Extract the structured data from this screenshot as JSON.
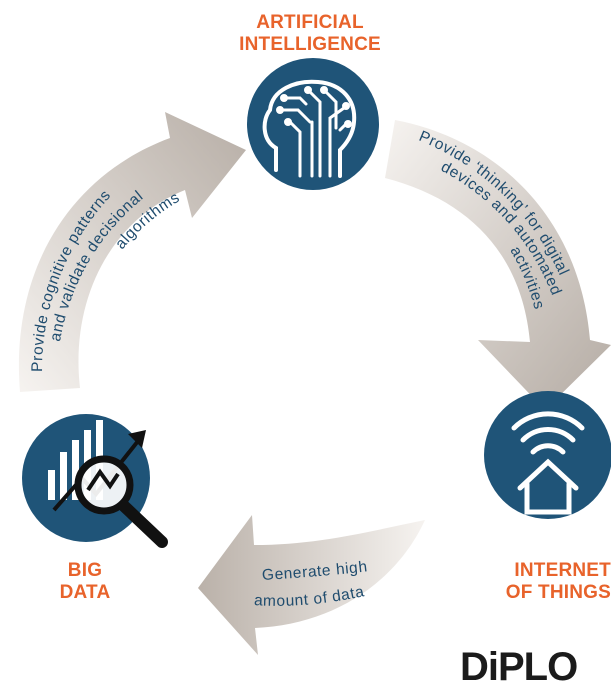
{
  "nodes": {
    "ai": {
      "title_line1": "ARTIFICIAL",
      "title_line2": "INTELLIGENCE",
      "icon": "brain-circuit-head-icon"
    },
    "big_data": {
      "title_line1": "BIG",
      "title_line2": "DATA",
      "icon": "magnifier-chart-icon"
    },
    "iot": {
      "title_line1": "INTERNET",
      "title_line2": "OF THINGS",
      "icon": "wifi-house-icon"
    }
  },
  "arrows": {
    "bd_to_ai": {
      "line1": "Provide cognitive patterns",
      "line2": "and validate decisional",
      "line3": "algorithms"
    },
    "ai_to_iot": {
      "line1": "Provide ‘thinking’ for digital",
      "line2": "devices and automated",
      "line3": "activities"
    },
    "iot_to_bd": {
      "line1": "Generate high",
      "line2": "amount of data"
    }
  },
  "logo": {
    "text": "DiPLO"
  },
  "colors": {
    "circle_fill": "#1f5478",
    "title_orange": "#e8632b",
    "arrow_gradient_light": "#f3efeb",
    "arrow_gradient_dark": "#b7aea6",
    "arc_text": "#1f4c6e"
  }
}
